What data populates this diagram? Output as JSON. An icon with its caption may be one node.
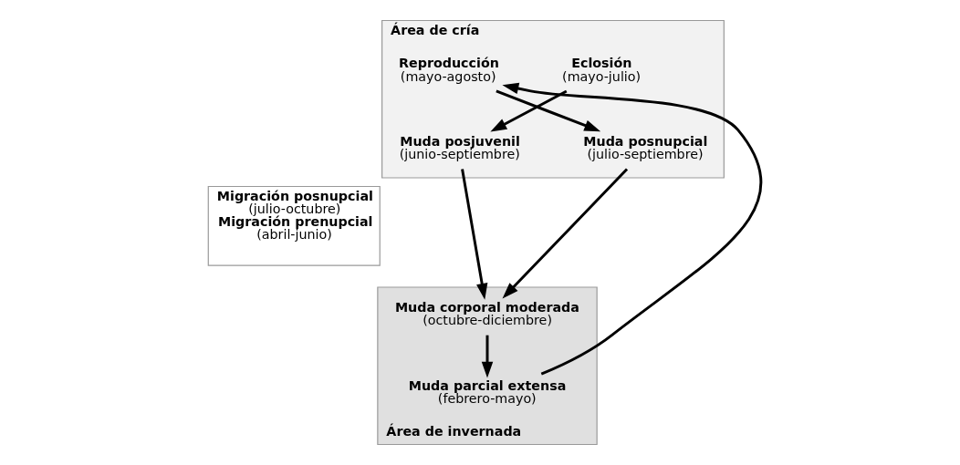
{
  "diagram": {
    "nodes": [
      {
        "text": [
          "Área de cría"
        ]
      },
      {
        "text": [
          "Eclosión",
          "(mayo-julio)"
        ],
        "in": 0
      },
      {
        "text": [
          "Muda posjuvenil",
          "(junio-septiembre)"
        ],
        "in": 0
      },
      {
        "text": [
          "Muda posnupcial",
          "(julio-septiembre)"
        ],
        "in": 0
      },
      {
        "text": [
          "Reproducción",
          "(mayo-agosto)"
        ],
        "in": 0
      },
      {
        "text": [
          "Migración posnupcial",
          "(julio-octubre)",
          "Migración prenupcial",
          "(abril-junio)"
        ]
      },
      {
        "text": [
          "Área de invernada"
        ]
      },
      {
        "text": [
          "Muda corporal moderada",
          "(octubre-diciembre)"
        ],
        "in": 6
      },
      {
        "text": [
          "Muda parcial extensa",
          "(febrero-mayo)"
        ],
        "in": 6
      }
    ],
    "edges": [
      {
        "from": 1,
        "to": 2,
        "arrow": "to"
      },
      {
        "from": 2,
        "to": 7,
        "arrow": "to"
      },
      {
        "from": 4,
        "to": 3,
        "arrow": "to"
      },
      {
        "from": 3,
        "to": 7,
        "arrow": "to"
      },
      {
        "from": 7,
        "to": 8,
        "arrow": "to"
      },
      {
        "from": 8,
        "to": 4,
        "arrow": "to"
      }
    ]
  }
}
